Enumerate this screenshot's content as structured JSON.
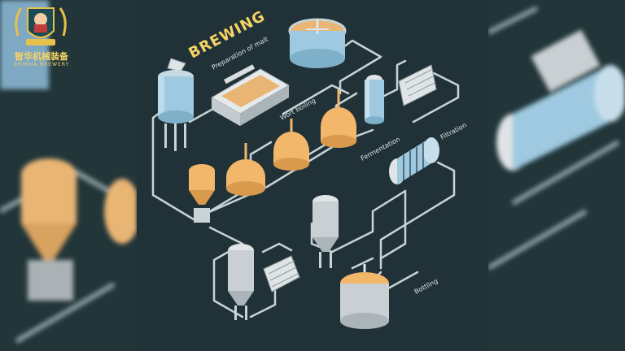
{
  "logo": {
    "name_cn": "智华机械装备",
    "name_en": "ZHIHUA BREWERY"
  },
  "diagram": {
    "title": "BREWING",
    "labels": {
      "malt": "Preparation of malt",
      "wort": "Wort boiling",
      "fermentation": "Fermentation",
      "filtration": "Filtration",
      "bottling": "Bottling"
    }
  },
  "colors": {
    "background": "#203238",
    "pipe": "#c8d3d6",
    "copper": "#f2b76a",
    "steel": "#c9cfd2",
    "glass": "#9ec9e0",
    "title": "#f6d365"
  }
}
